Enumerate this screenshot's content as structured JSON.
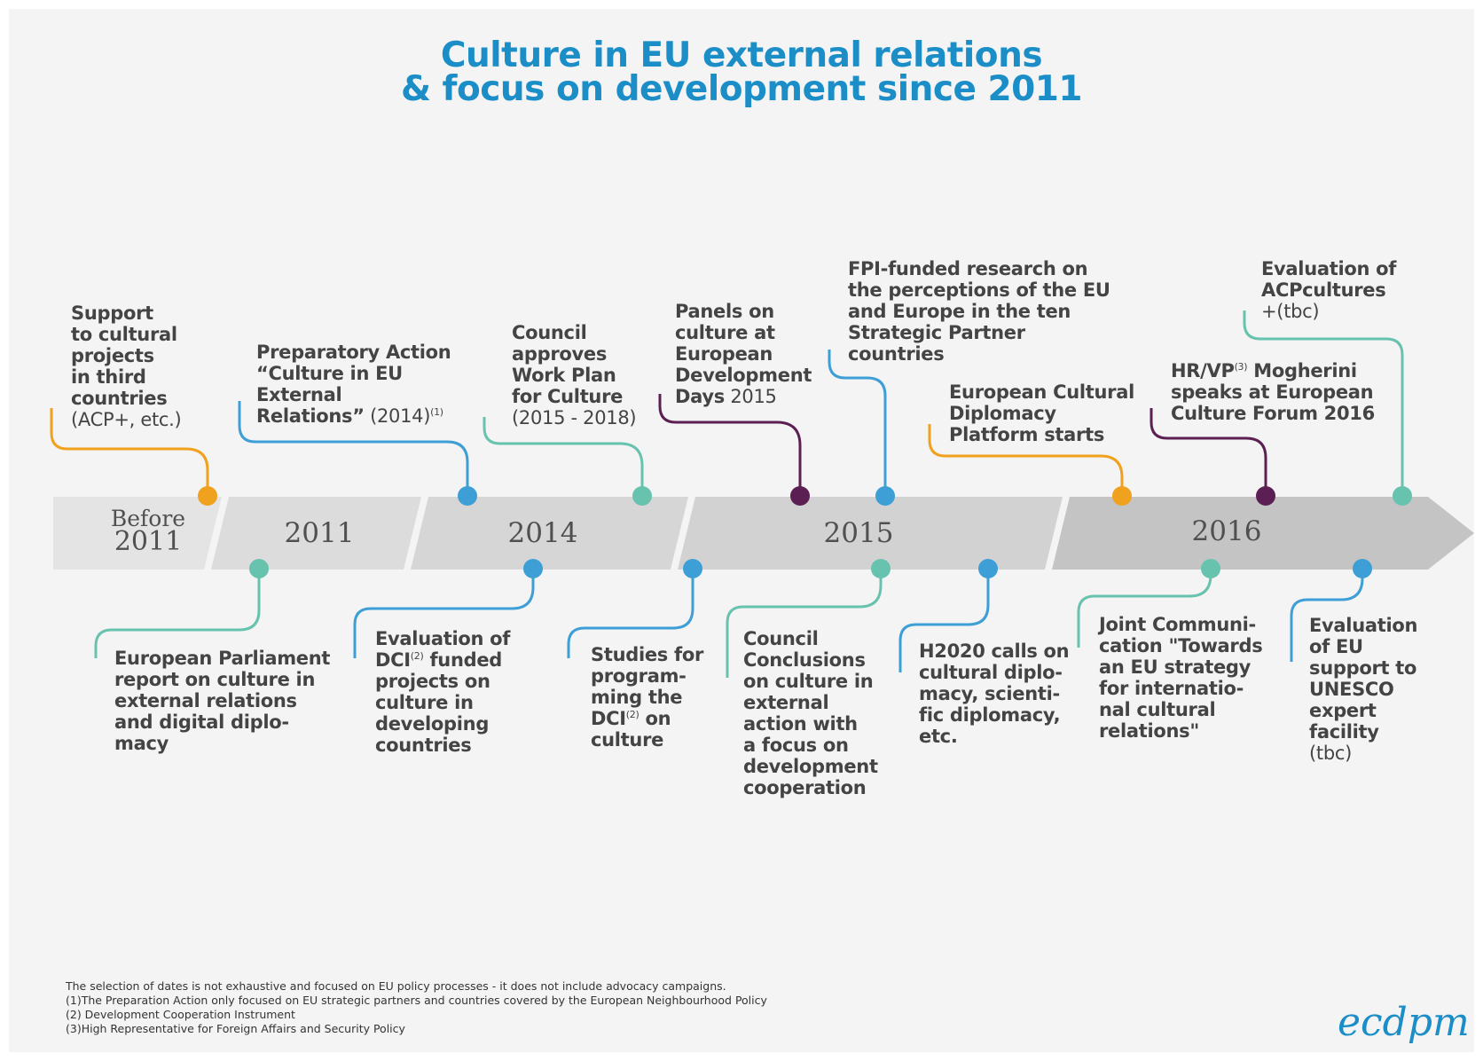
{
  "title": {
    "line1": "Culture in EU external relations",
    "line2": "& focus on development since 2011"
  },
  "colors": {
    "orange": "#f0a11d",
    "blue": "#3d9fd6",
    "teal": "#67c2ae",
    "purple": "#5c1f54",
    "title": "#1b8ec8",
    "text": "#444444",
    "arrow_light": "#e2e2e2",
    "arrow_mid": "#d3d3d3",
    "arrow_dark": "#c2c2c2"
  },
  "years": {
    "before_line1": "Before",
    "before_line2": "2011",
    "y2011": "2011",
    "y2014": "2014",
    "y2015": "2015",
    "y2016": "2016"
  },
  "events": {
    "support_cultural": {
      "l1": "Support",
      "l2": "to cultural",
      "l3": "projects",
      "l4": "in third",
      "l5": "countries",
      "l6": "(ACP+, etc.)"
    },
    "preparatory_action": {
      "l1": "Preparatory Action",
      "l2": "“Culture in EU",
      "l3": "External",
      "l4": "Relations”",
      "l4b": " (2014)",
      "sup": "(1)"
    },
    "council_workplan": {
      "l1": "Council",
      "l2": "approves",
      "l3": "Work Plan",
      "l4": "for Culture",
      "l5": "(2015 - 2018)"
    },
    "panels_edd": {
      "l1": "Panels on",
      "l2": "culture at",
      "l3": "European",
      "l4": "Development",
      "l5": "Days",
      "l5b": " 2015"
    },
    "fpi_research": {
      "l1": "FPI-funded research on",
      "l2": "the perceptions of the EU",
      "l3": "and Europe in the ten",
      "l4": "Strategic Partner",
      "l5": "countries"
    },
    "ecdp_platform": {
      "l1": "European Cultural",
      "l2": "Diplomacy",
      "l3": "Platform starts"
    },
    "mogherini": {
      "l1a": "HR/VP",
      "sup": "(3)",
      "l1b": " Mogherini",
      "l2": "speaks at European",
      "l3": "Culture Forum 2016"
    },
    "eval_acp": {
      "l1": "Evaluation of",
      "l2": "ACPcultures",
      "l3": "+(tbc)"
    },
    "ep_report": {
      "l1": "European Parliament",
      "l2": "report on culture in",
      "l3": "external relations",
      "l4": "and digital diplo-",
      "l5": "macy"
    },
    "eval_dci": {
      "l1": "Evaluation of",
      "l2a": "DCI",
      "sup": "(2)",
      "l2b": " funded",
      "l3": "projects on",
      "l4": "culture in",
      "l5": "developing",
      "l6": "countries"
    },
    "studies_dci": {
      "l1": "Studies for",
      "l2": "program-",
      "l3": "ming the",
      "l4a": "DCI",
      "sup": "(2)",
      "l4b": " on",
      "l5": "culture"
    },
    "council_conclusions": {
      "l1": "Council",
      "l2": "Conclusions",
      "l3": "on culture in",
      "l4": "external",
      "l5": "action with",
      "l6": "a focus on",
      "l7": "development",
      "l8": "cooperation"
    },
    "h2020": {
      "l1": "H2020 calls on",
      "l2": "cultural diplo-",
      "l3": "macy, scienti-",
      "l4": "fic diplomacy,",
      "l5": "etc."
    },
    "joint_comm": {
      "l1": "Joint Communi-",
      "l2": "cation \"Towards",
      "l3": "an EU strategy",
      "l4": "for internatio-",
      "l5": "nal cultural",
      "l6": "relations\""
    },
    "eval_unesco": {
      "l1": "Evaluation",
      "l2": "of EU",
      "l3": "support to",
      "l4": "UNESCO",
      "l5": "expert",
      "l6": "facility",
      "l7": "(tbc)"
    }
  },
  "footnotes": {
    "f0": "The selection of dates is not exhaustive and focused on EU policy processes - it does not include advocacy campaigns.",
    "f1": "(1)The Preparation Action only focused on EU strategic partners and countries covered by the European Neighbourhood Policy",
    "f2": "(2) Development Cooperation Instrument",
    "f3": "(3)High Representative for Foreign Affairs and Security Policy"
  },
  "logo": "ecdpm"
}
